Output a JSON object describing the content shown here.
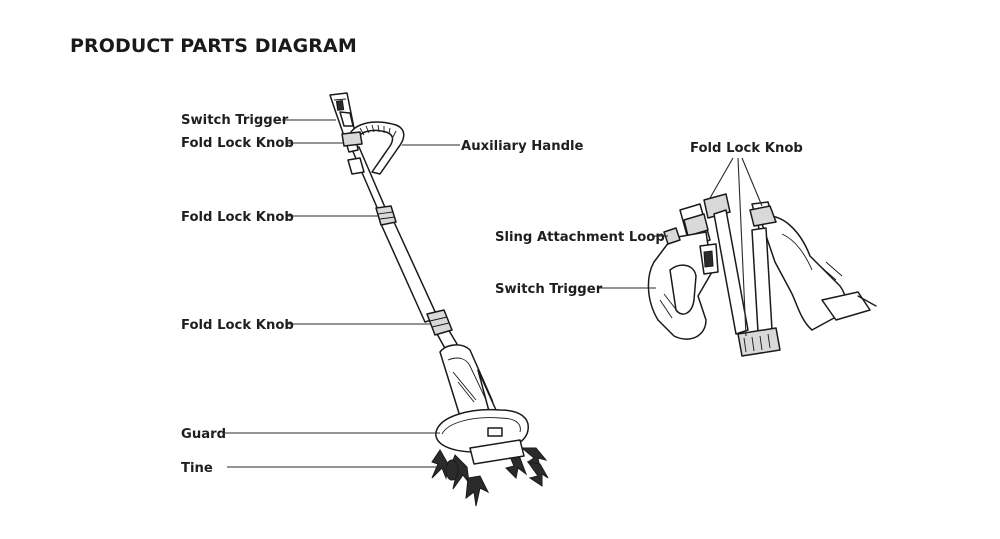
{
  "title": "PRODUCT PARTS DIAGRAM",
  "labels": {
    "left_switch_trigger": "Switch Trigger",
    "left_fold_lock_knob_top": "Fold Lock Knob",
    "auxiliary_handle": "Auxiliary Handle",
    "left_fold_lock_knob_mid": "Fold Lock Knob",
    "left_fold_lock_knob_low": "Fold Lock Knob",
    "guard": "Guard",
    "tine": "Tine",
    "right_fold_lock_knob": "Fold Lock Knob",
    "sling_attachment_loop": "Sling Attachment Loop",
    "right_switch_trigger": "Switch Trigger"
  }
}
